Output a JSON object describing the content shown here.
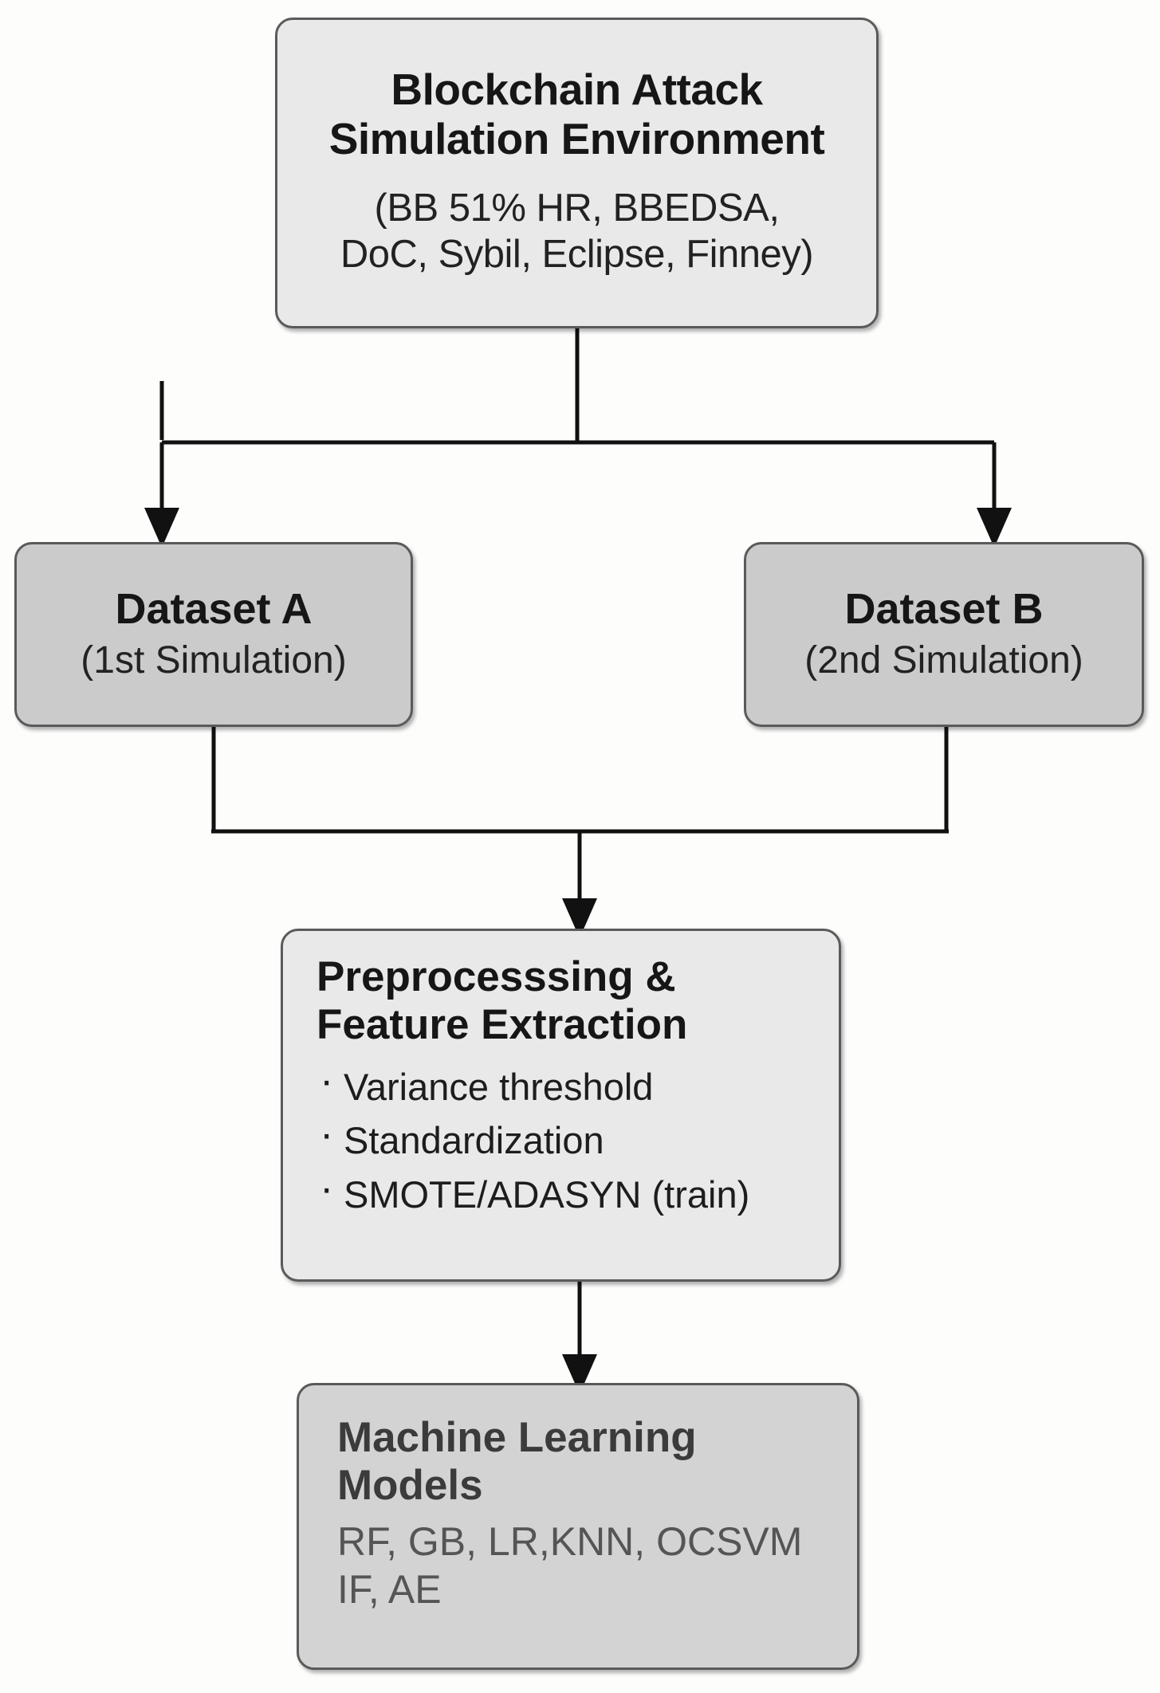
{
  "diagram": {
    "type": "flowchart",
    "orientation": "top-to-bottom",
    "background_color": "#fdfdfc",
    "nodes": [
      {
        "id": "env",
        "title": "Blockchain Attack Simulation Environment",
        "title_line_1": "Blockchain Attack",
        "title_line_2": "Simulation Environment",
        "subtitle_line_1": "(BB 51% HR, BBEDSA,",
        "subtitle_line_2": "DoC, Sybil, Eclipse, Finney)",
        "fill_color": "#e9e9e9",
        "border_color": "#5a5a5a"
      },
      {
        "id": "dataset-a",
        "title": "Dataset A",
        "subtitle": "(1st Simulation)",
        "fill_color": "#cbcbcb",
        "border_color": "#4a4a4a"
      },
      {
        "id": "dataset-b",
        "title": "Dataset B",
        "subtitle": "(2nd Simulation)",
        "fill_color": "#cbcbcb",
        "border_color": "#4a4a4a"
      },
      {
        "id": "preprocessing",
        "title_line_1": "Preprocesssing &",
        "title_line_2": "Feature Extraction",
        "bullets": [
          "Variance threshold",
          "Standardization",
          "SMOTE/ADASYN (train)"
        ],
        "fill_color": "#e0e0e0",
        "border_color": "#5a5a5a"
      },
      {
        "id": "ml-models",
        "title_line_1": "Machine Learning",
        "title_line_2": "Models",
        "subtitle_line_1": "RF, GB, LR,KNN, OCSVM",
        "subtitle_line_2": "IF, AE",
        "fill_color": "#d3d3d3",
        "border_color": "#5a5a5a"
      }
    ],
    "edges": [
      {
        "from": "env",
        "to": "dataset-a",
        "style": "elbow-split-arrow"
      },
      {
        "from": "env",
        "to": "dataset-b",
        "style": "elbow-split-arrow"
      },
      {
        "from": "dataset-a",
        "to": "preprocessing",
        "style": "elbow-merge-arrow"
      },
      {
        "from": "dataset-b",
        "to": "preprocessing",
        "style": "elbow-merge-arrow"
      },
      {
        "from": "preprocessing",
        "to": "ml-models",
        "style": "straight-arrow"
      }
    ]
  }
}
